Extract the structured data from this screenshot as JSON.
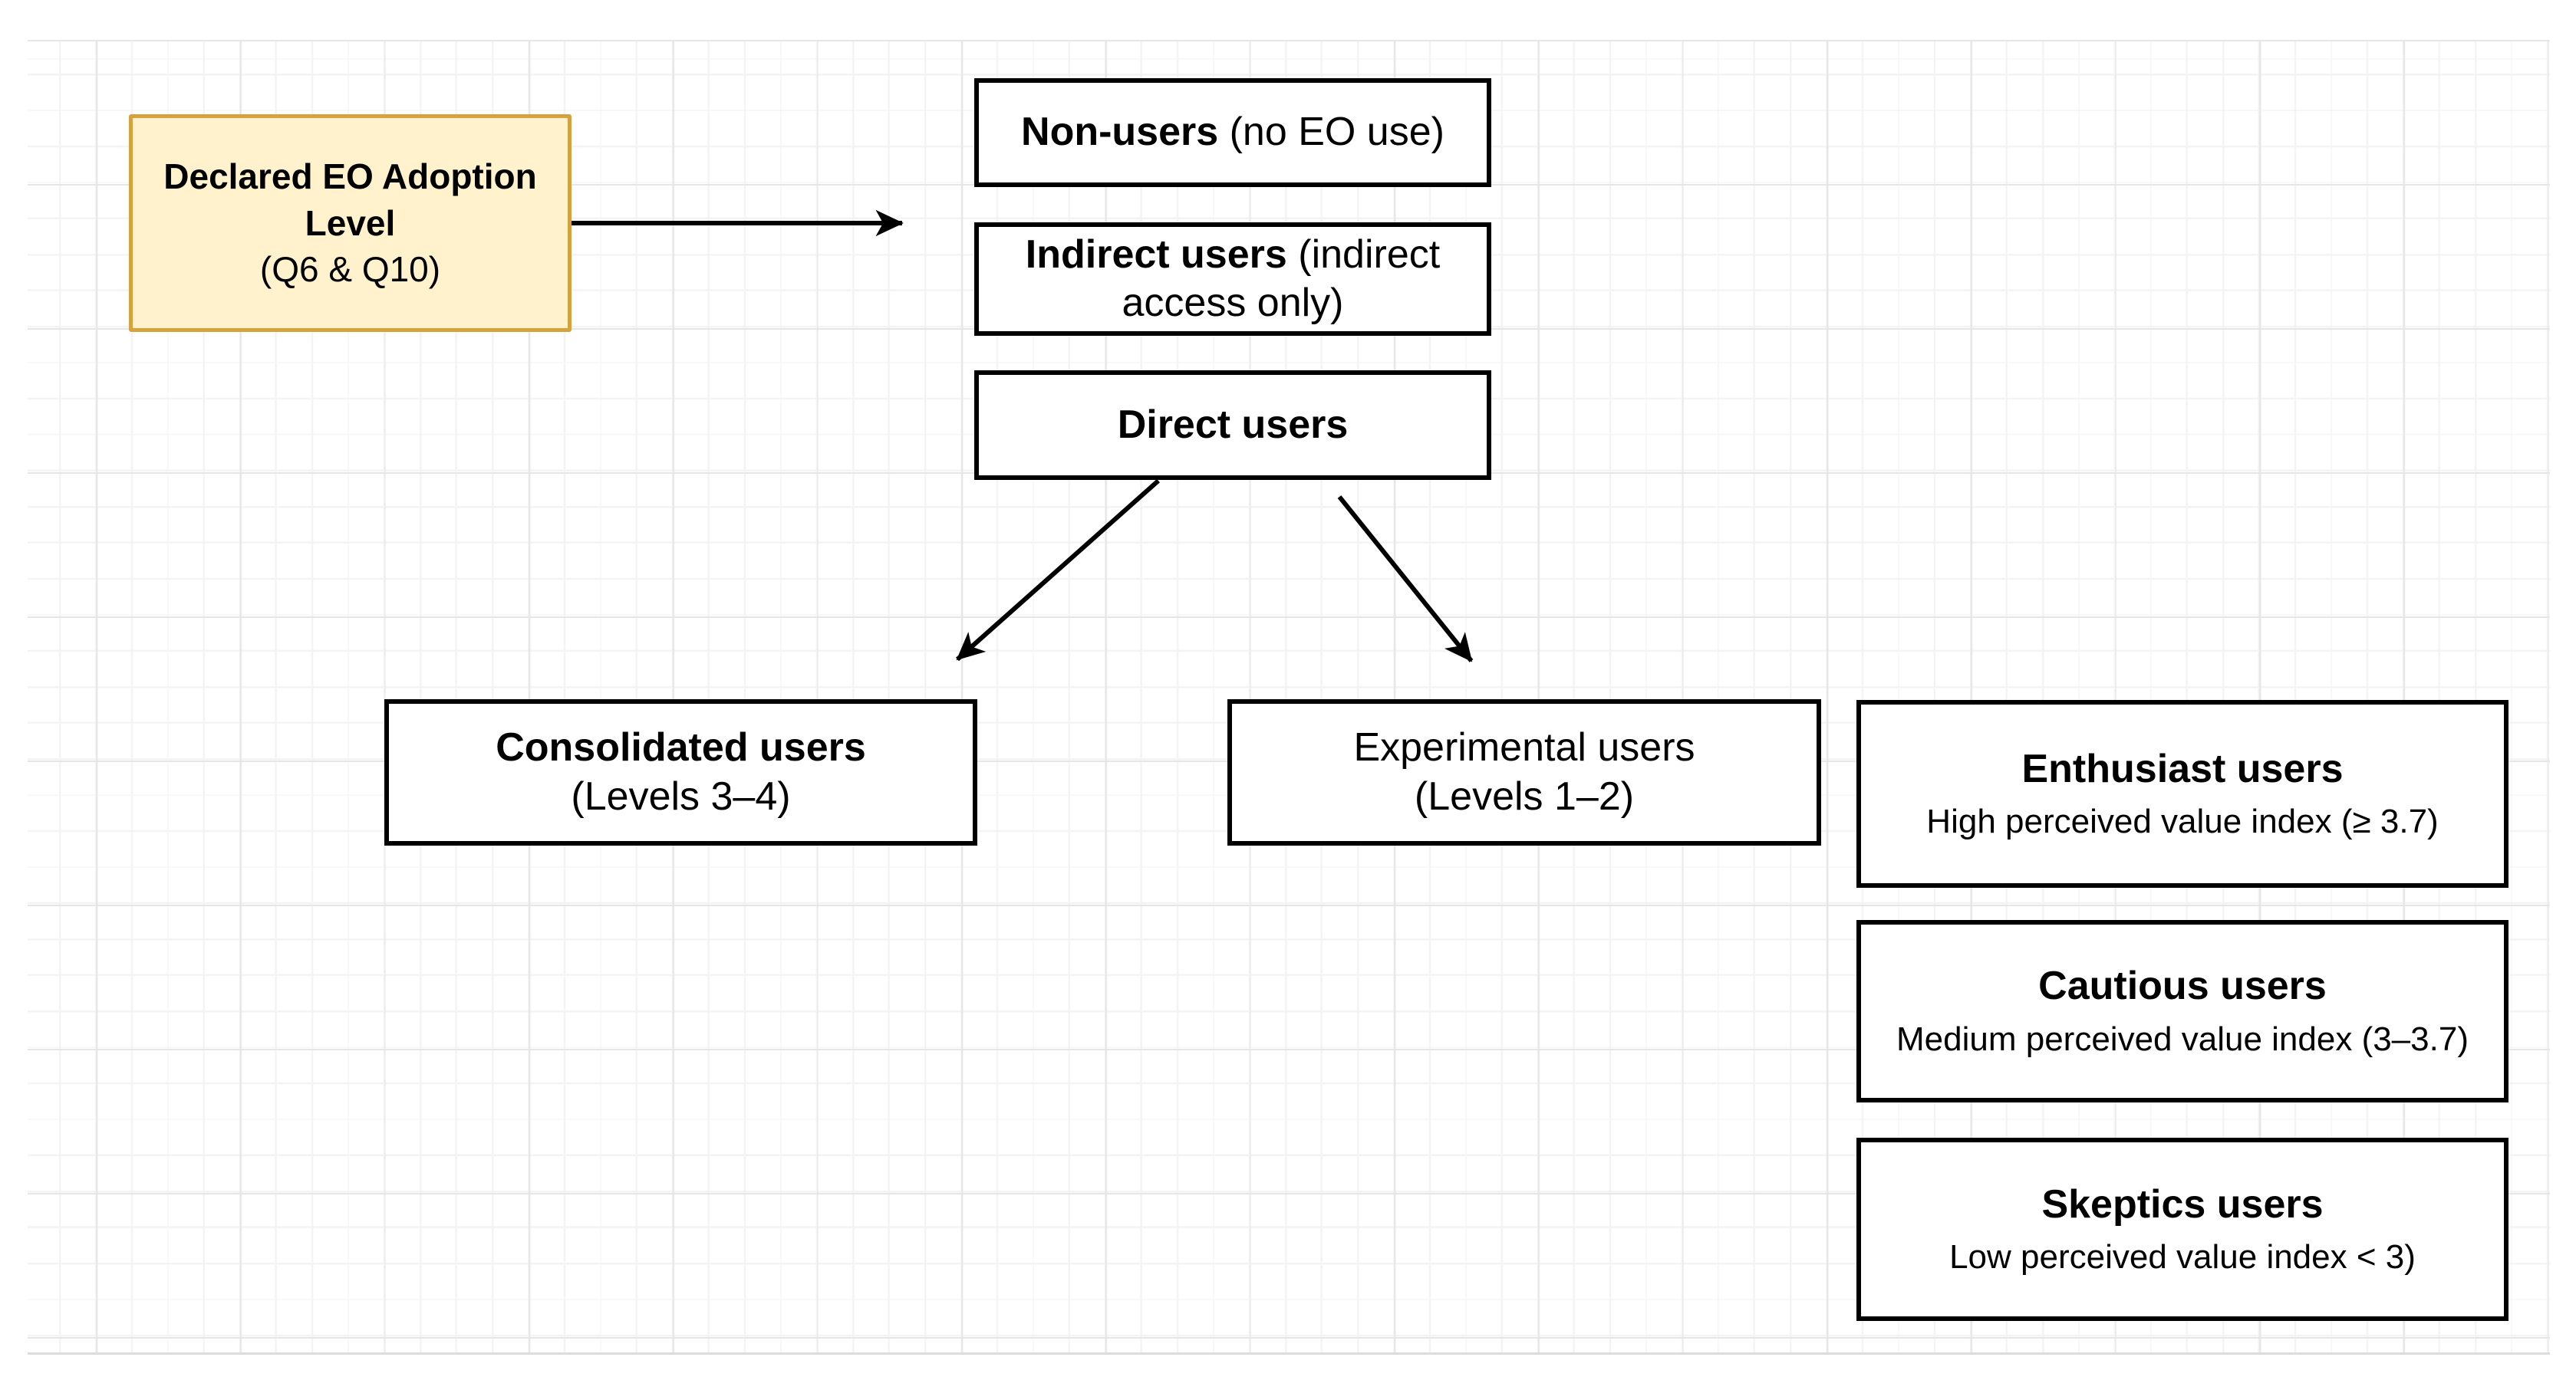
{
  "diagram": {
    "background": {
      "grid_minor_color": "#F3F3F3",
      "grid_major_color": "#E6E6E6"
    },
    "source": {
      "title": "Declared EO Adoption Level",
      "subtitle": "(Q6 & Q10)",
      "fill_color": "#FFF2CC",
      "border_color": "#D6A240"
    },
    "adoption_levels": {
      "non_users": {
        "label_bold": "Non-users",
        "label_rest": " (no EO use)"
      },
      "indirect_users": {
        "label_bold": "Indirect users",
        "label_rest": " (indirect access only)"
      },
      "direct_users": {
        "label_bold": "Direct users"
      }
    },
    "direct_user_groups": {
      "consolidated": {
        "title": "Consolidated users",
        "subtitle": "(Levels 3–4)"
      },
      "experimental": {
        "title": "Experimental users",
        "subtitle": "(Levels 1–2)"
      }
    },
    "value_segments": [
      {
        "title": "Enthusiast users",
        "subtitle": "High perceived value index (≥ 3.7)"
      },
      {
        "title": "Cautious users",
        "subtitle": "Medium perceived value index (3–3.7)"
      },
      {
        "title": "Skeptics users",
        "subtitle": "Low perceived value index < 3)"
      }
    ],
    "edge_color": "#000000"
  }
}
